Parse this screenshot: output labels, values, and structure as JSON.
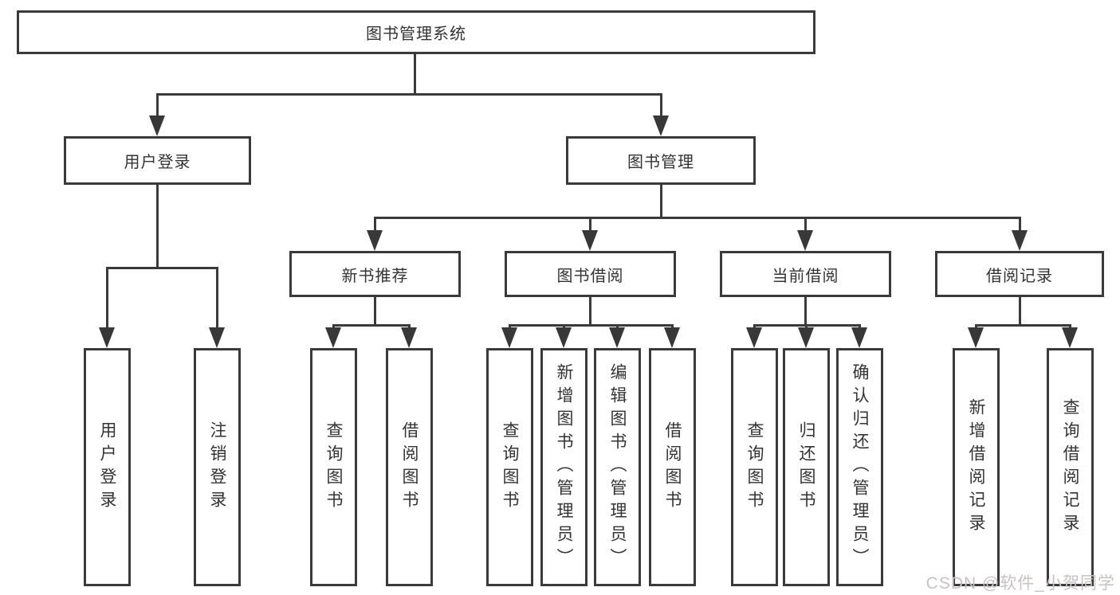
{
  "diagram": {
    "root": {
      "label": "图书管理系统"
    },
    "level2": [
      {
        "label": "用户登录"
      },
      {
        "label": "图书管理"
      }
    ],
    "level3": [
      {
        "label": "新书推荐"
      },
      {
        "label": "图书借阅"
      },
      {
        "label": "当前借阅"
      },
      {
        "label": "借阅记录"
      }
    ],
    "leaves": [
      {
        "label": "用户登录"
      },
      {
        "label": "注销登录"
      },
      {
        "label": "查询图书"
      },
      {
        "label": "借阅图书"
      },
      {
        "label": "查询图书"
      },
      {
        "label": "新增图书（管理员）"
      },
      {
        "label": "编辑图书（管理员）"
      },
      {
        "label": "借阅图书"
      },
      {
        "label": "查询图书"
      },
      {
        "label": "归还图书"
      },
      {
        "label": "确认归还（管理员）"
      },
      {
        "label": "新增借阅记录"
      },
      {
        "label": "查询借阅记录"
      }
    ],
    "line_color": "#3a3a3a",
    "text_color": "#333333"
  },
  "watermark": {
    "text": "CSDN @软件_小贺同学"
  }
}
